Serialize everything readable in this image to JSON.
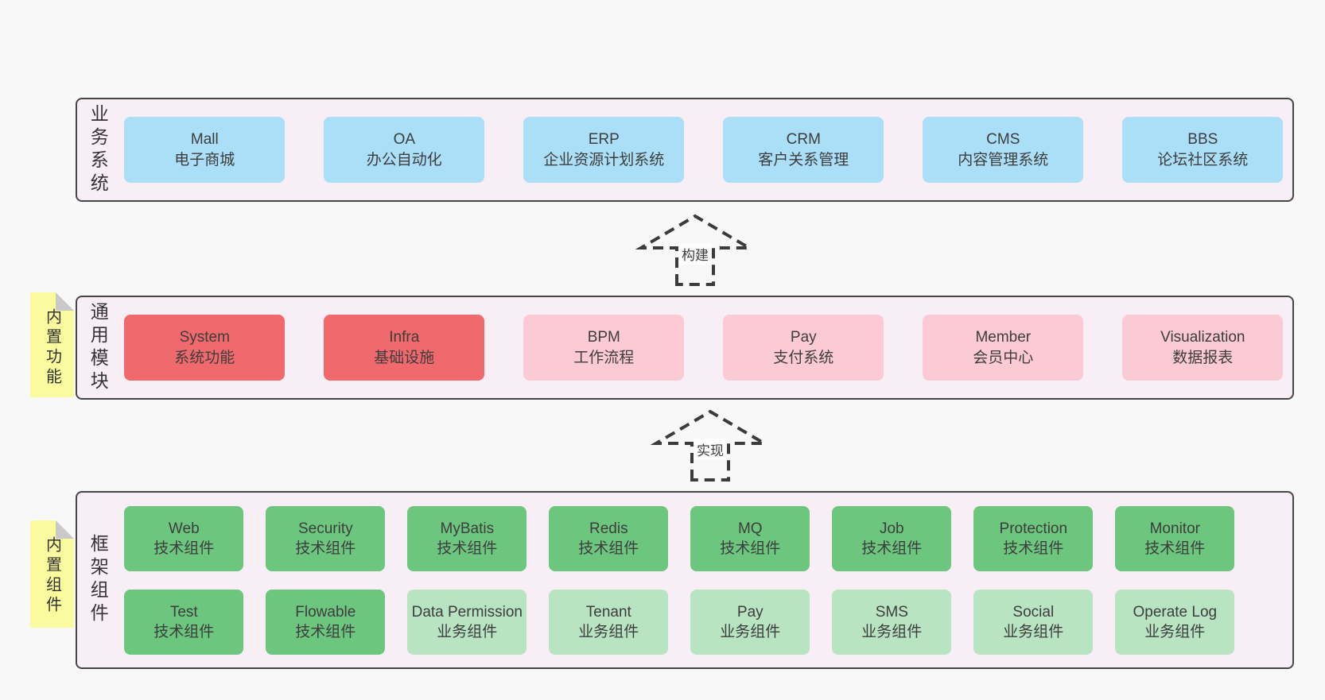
{
  "colors": {
    "page_bg": "#f8f8f8",
    "container_fill": "#f8eef6",
    "container_border": "#464646",
    "box_blue": "#abdff7",
    "box_red": "#f0696c",
    "box_pink": "#fbcad5",
    "box_green": "#6cc67e",
    "box_light_green": "#b9e4c2",
    "sticky_yellow": "#fafa9e",
    "sticky_fold_gray": "#c9c9c9",
    "text": "#3d3d3d"
  },
  "arrows": {
    "build": "构建",
    "implement": "实现"
  },
  "layers": {
    "business": {
      "label": "业务系统",
      "boxes": [
        {
          "title": "Mall",
          "subtitle": "电子商城"
        },
        {
          "title": "OA",
          "subtitle": "办公自动化"
        },
        {
          "title": "ERP",
          "subtitle": "企业资源计划系统"
        },
        {
          "title": "CRM",
          "subtitle": "客户关系管理"
        },
        {
          "title": "CMS",
          "subtitle": "内容管理系统"
        },
        {
          "title": "BBS",
          "subtitle": "论坛社区系统"
        }
      ]
    },
    "modules": {
      "label": "通用模块",
      "note": "内置功能",
      "boxes": [
        {
          "title": "System",
          "subtitle": "系统功能",
          "variant": "red"
        },
        {
          "title": "Infra",
          "subtitle": "基础设施",
          "variant": "red"
        },
        {
          "title": "BPM",
          "subtitle": "工作流程",
          "variant": "pink"
        },
        {
          "title": "Pay",
          "subtitle": "支付系统",
          "variant": "pink"
        },
        {
          "title": "Member",
          "subtitle": "会员中心",
          "variant": "pink"
        },
        {
          "title": "Visualization",
          "subtitle": "数据报表",
          "variant": "pink"
        }
      ]
    },
    "components": {
      "label": "框架组件",
      "note": "内置组件",
      "row1": [
        {
          "title": "Web",
          "subtitle": "技术组件",
          "variant": "green"
        },
        {
          "title": "Security",
          "subtitle": "技术组件",
          "variant": "green"
        },
        {
          "title": "MyBatis",
          "subtitle": "技术组件",
          "variant": "green"
        },
        {
          "title": "Redis",
          "subtitle": "技术组件",
          "variant": "green"
        },
        {
          "title": "MQ",
          "subtitle": "技术组件",
          "variant": "green"
        },
        {
          "title": "Job",
          "subtitle": "技术组件",
          "variant": "green"
        },
        {
          "title": "Protection",
          "subtitle": "技术组件",
          "variant": "green"
        },
        {
          "title": "Monitor",
          "subtitle": "技术组件",
          "variant": "green"
        }
      ],
      "row2": [
        {
          "title": "Test",
          "subtitle": "技术组件",
          "variant": "green"
        },
        {
          "title": "Flowable",
          "subtitle": "技术组件",
          "variant": "green"
        },
        {
          "title": "Data Permission",
          "subtitle": "业务组件",
          "variant": "lightgreen"
        },
        {
          "title": "Tenant",
          "subtitle": "业务组件",
          "variant": "lightgreen"
        },
        {
          "title": "Pay",
          "subtitle": "业务组件",
          "variant": "lightgreen"
        },
        {
          "title": "SMS",
          "subtitle": "业务组件",
          "variant": "lightgreen"
        },
        {
          "title": "Social",
          "subtitle": "业务组件",
          "variant": "lightgreen"
        },
        {
          "title": "Operate Log",
          "subtitle": "业务组件",
          "variant": "lightgreen"
        }
      ]
    }
  }
}
